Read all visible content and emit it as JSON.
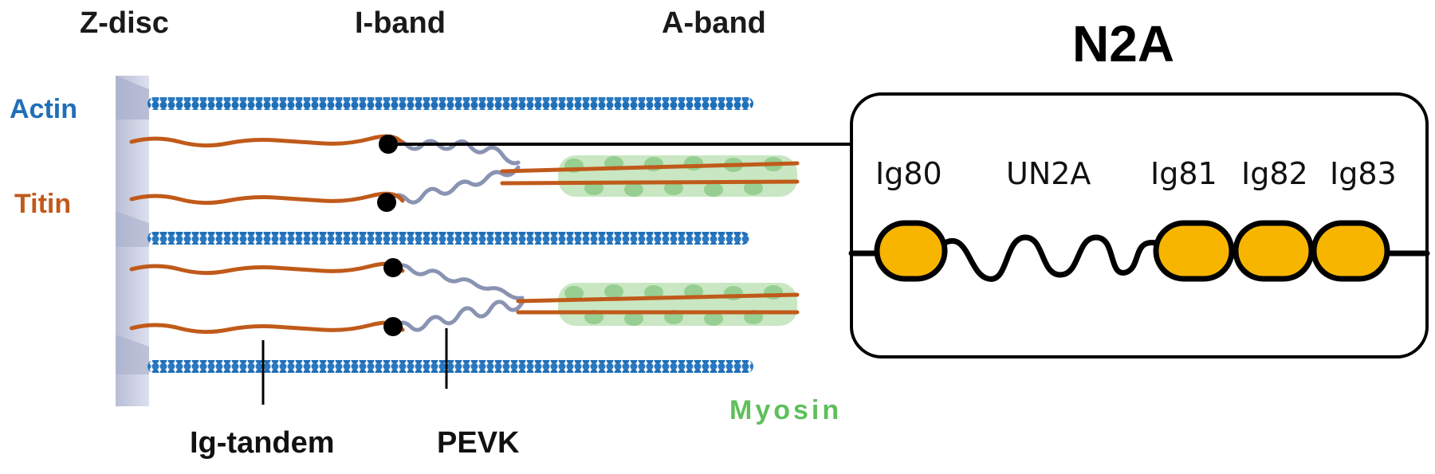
{
  "bands": {
    "z_disc": "Z-disc",
    "i_band": "I-band",
    "a_band": "A-band"
  },
  "proteins": {
    "actin": "Actin",
    "titin": "Titin",
    "myosin": "Myosin"
  },
  "regions": {
    "ig_tandem": "Ig-tandem",
    "pevk": "PEVK"
  },
  "inset": {
    "title": "N2A",
    "domains": [
      "Ig80",
      "UN2A",
      "Ig81",
      "Ig82",
      "Ig83"
    ]
  },
  "colors": {
    "actin": "#1f6fb8",
    "titin": "#c05a1a",
    "pevk": "#8a93b2",
    "myosin": "#86c77f",
    "z_disc": "#c9cde0",
    "ig_domain": "#f7b500"
  }
}
